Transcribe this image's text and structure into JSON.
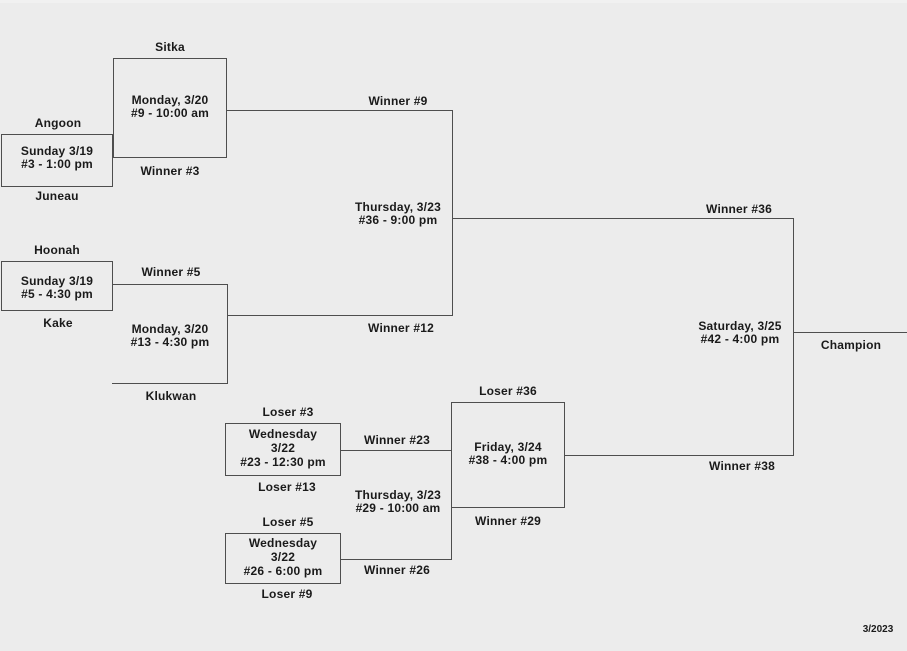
{
  "page": {
    "background_color": "#ececec",
    "line_color": "#4e4e4e",
    "footer_date": "3/2023"
  },
  "labels": {
    "champion": "Champion"
  },
  "games": {
    "g3": {
      "schedule": "Sunday 3/19",
      "slot": "#3 - 1:00 pm",
      "top": "Angoon",
      "bottom": "Juneau"
    },
    "g5": {
      "schedule": "Sunday 3/19",
      "slot": "#5 - 4:30 pm",
      "top": "Hoonah",
      "bottom": "Kake"
    },
    "g9": {
      "schedule": "Monday, 3/20",
      "slot": "#9 - 10:00 am",
      "top": "Sitka",
      "bottom": "Winner #3"
    },
    "g13": {
      "schedule": "Monday, 3/20",
      "slot": "#13 - 4:30 pm",
      "top": "Winner #5",
      "bottom": "Klukwan"
    },
    "g36": {
      "schedule": "Thursday, 3/23",
      "slot": "#36 - 9:00 pm",
      "top": "Winner #9",
      "bottom": "Winner #12"
    },
    "g23": {
      "schedule": "Wednesday",
      "date2": "3/22",
      "slot": "#23 - 12:30 pm",
      "top": "Loser #3",
      "bottom": "Loser #13"
    },
    "g26": {
      "schedule": "Wednesday",
      "date2": "3/22",
      "slot": "#26 - 6:00 pm",
      "top": "Loser #5",
      "bottom": "Loser #9"
    },
    "g29": {
      "schedule": "Thursday, 3/23",
      "slot": "#29 - 10:00 am",
      "top": "Winner #23",
      "bottom": "Winner #26"
    },
    "g38": {
      "schedule": "Friday, 3/24",
      "slot": "#38 - 4:00 pm",
      "top": "Loser #36",
      "bottom": "Winner #29"
    },
    "g42": {
      "schedule": "Saturday, 3/25",
      "slot": "#42 - 4:00 pm",
      "top": "Winner #36",
      "bottom": "Winner #38"
    }
  }
}
